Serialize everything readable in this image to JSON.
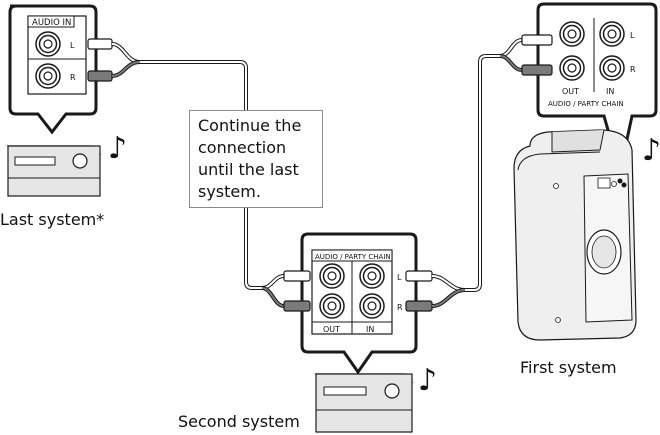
{
  "labels": {
    "last_system": "Last system*",
    "first_system": "First system",
    "second_system": "Second system"
  },
  "note": {
    "lines": [
      "Continue the",
      "connection",
      "until the last",
      "system."
    ]
  },
  "panels": {
    "last_title": "AUDIO  IN",
    "chain_title": "AUDIO / PARTY CHAIN",
    "out_label": "OUT",
    "in_label": "IN",
    "first_caption": "AUDIO / PARTY CHAIN",
    "left_channel": "L",
    "right_channel": "R"
  },
  "icons": {
    "music_note": "♪"
  },
  "colors": {
    "line": "#1a1a1a",
    "cable_white": "#ffffff",
    "cable_red": "#7a7a7a",
    "device_fill": "#e6e6e6",
    "speaker_fill": "#efefef"
  }
}
